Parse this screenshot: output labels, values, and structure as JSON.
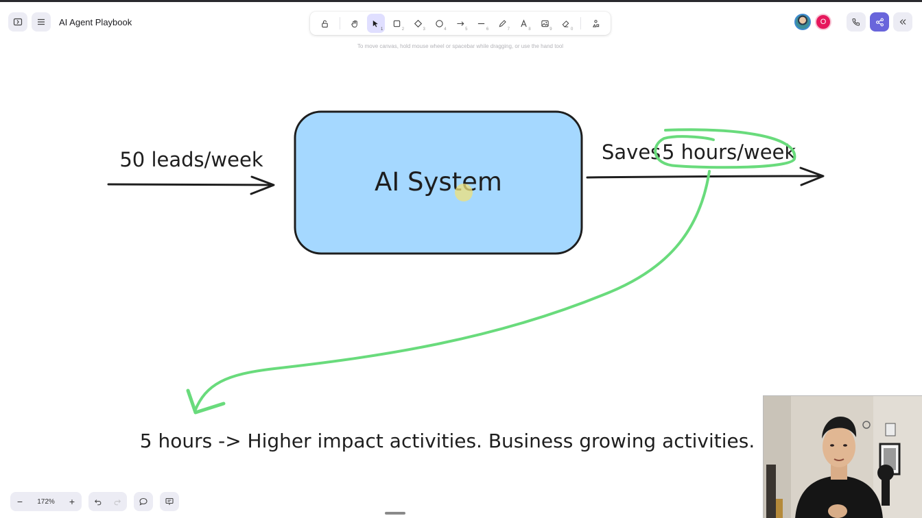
{
  "header": {
    "title": "AI Agent Playbook",
    "sidebar_toggle_icon": "sidebar-icon",
    "menu_icon": "hamburger-menu-icon"
  },
  "toolbar": {
    "tools": [
      {
        "name": "lock",
        "key": ""
      },
      {
        "name": "hand",
        "key": ""
      },
      {
        "name": "selection",
        "key": "1",
        "active": true
      },
      {
        "name": "rectangle",
        "key": "2"
      },
      {
        "name": "diamond",
        "key": "3"
      },
      {
        "name": "ellipse",
        "key": "4"
      },
      {
        "name": "arrow",
        "key": "5"
      },
      {
        "name": "line",
        "key": "6"
      },
      {
        "name": "draw",
        "key": "7"
      },
      {
        "name": "text",
        "key": "8"
      },
      {
        "name": "image",
        "key": "9"
      },
      {
        "name": "eraser",
        "key": "0"
      },
      {
        "name": "more-tools",
        "key": ""
      }
    ],
    "hint": "To move canvas, hold mouse wheel or spacebar while dragging, or use the hand tool"
  },
  "collaborators": {
    "avatar2_initial": "O",
    "colors": {
      "avatar2": "#e6175c",
      "share": "#6965db"
    }
  },
  "canvas": {
    "input_label": "50 leads/week",
    "box_label": "AI System",
    "output_label_prefix": "Saves",
    "output_label_highlight": "5 hours/week",
    "bottom_note": "5 hours -> Higher impact activities. Business growing activities.",
    "box_fill": "#a5d8ff",
    "highlight_stroke": "#69db7c"
  },
  "footer": {
    "zoom_label": "172%",
    "zoom_out_label": "−",
    "zoom_in_label": "+"
  }
}
